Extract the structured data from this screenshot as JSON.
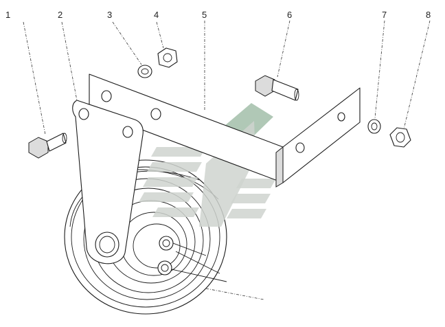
{
  "callouts": [
    {
      "id": "1",
      "label": "1"
    },
    {
      "id": "2",
      "label": "2"
    },
    {
      "id": "3",
      "label": "3"
    },
    {
      "id": "4",
      "label": "4"
    },
    {
      "id": "5",
      "label": "5"
    },
    {
      "id": "6",
      "label": "6"
    },
    {
      "id": "7",
      "label": "7"
    },
    {
      "id": "8",
      "label": "8"
    }
  ],
  "colors": {
    "line": "#1a1a1a",
    "watermark_gray": "#cfd4cf",
    "watermark_green": "#6f9a7a"
  }
}
